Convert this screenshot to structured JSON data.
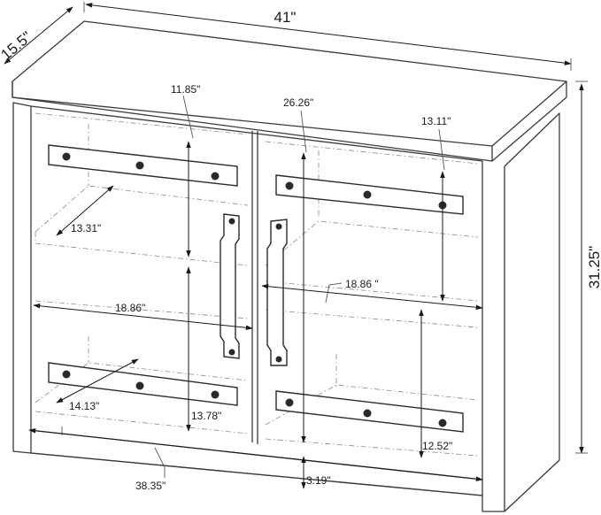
{
  "labels": {
    "depth": "15.5\"",
    "width": "41\"",
    "height": "31.25\"",
    "inner_shelf_gap_left": "11.85\"",
    "inner_height_right": "26.26\"",
    "shelf_gap_right": "13.11\"",
    "shelf_depth_left": "13.31\"",
    "inner_width_right": "18.86 \"",
    "inner_width_left": "18.86\"",
    "shelf_depth_left_lower": "14.13\"",
    "lower_height_left": "13.78\"",
    "lower_height_right": "12.52\"",
    "base_width": "38.35\"",
    "base_clearance": "3.19\""
  }
}
